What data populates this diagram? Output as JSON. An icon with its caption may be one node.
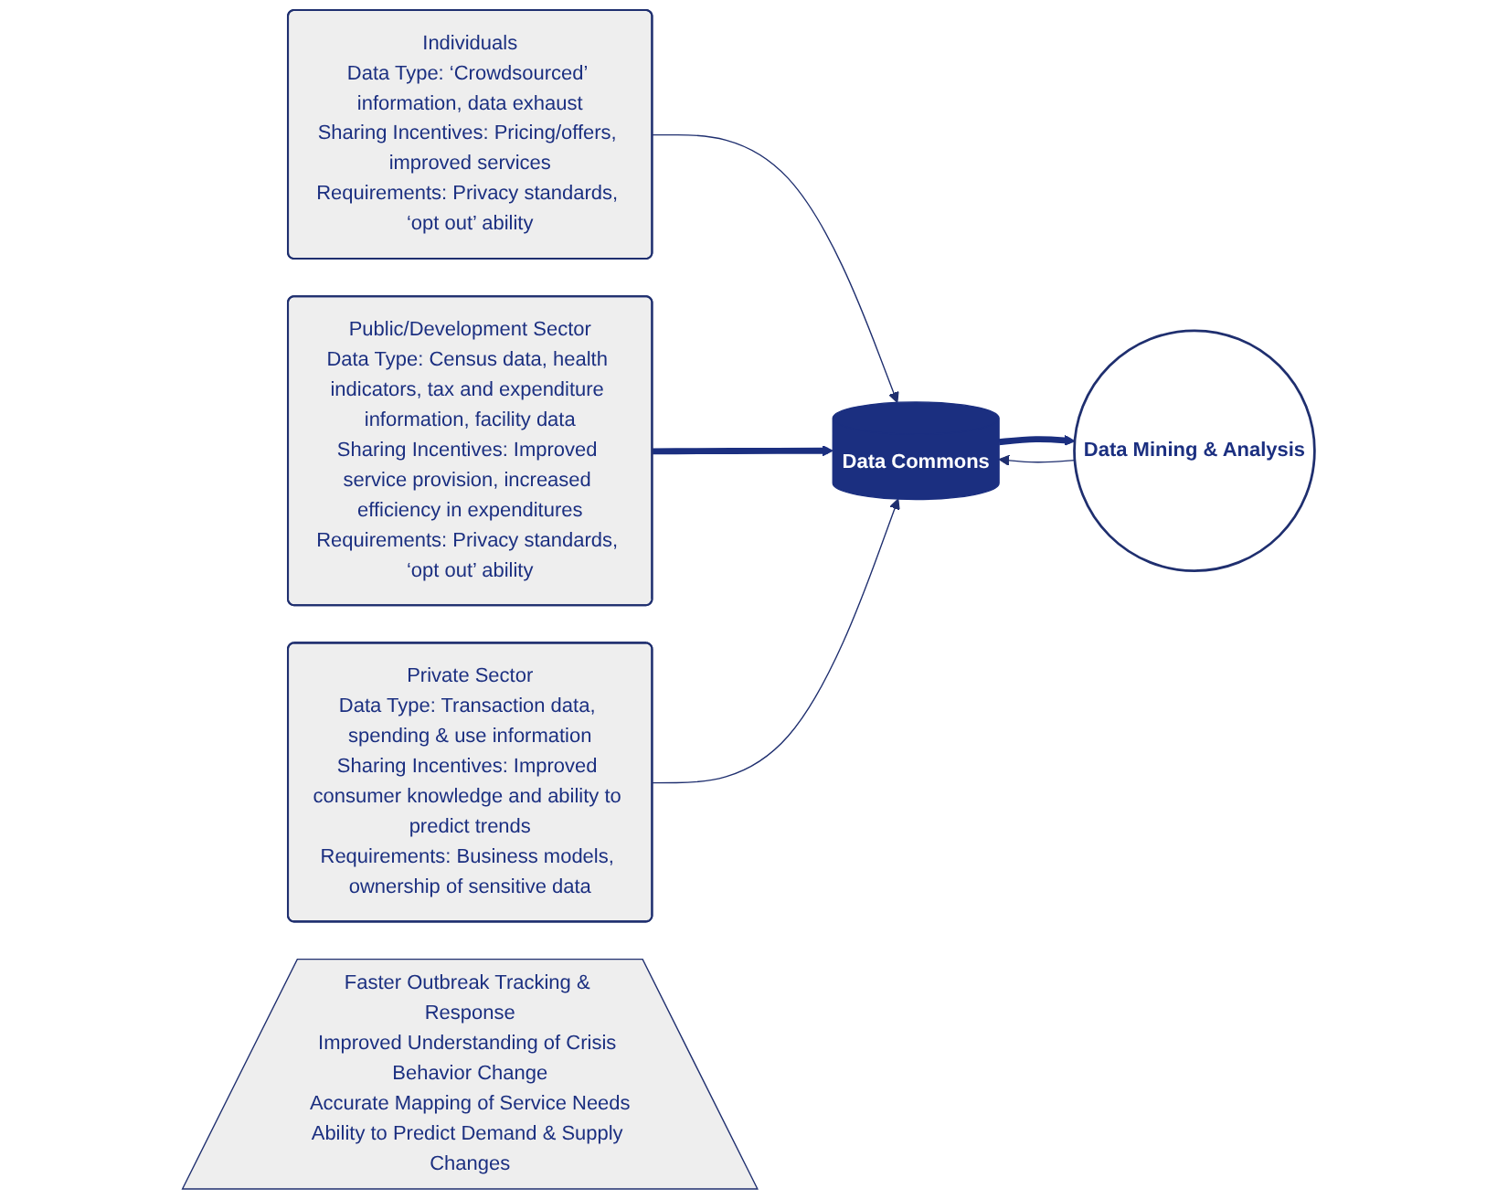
{
  "diagram": {
    "nodes": [
      {
        "text": [
          "Individuals",
          "Data Type: ‘Crowdsourced’ information, data exhaust",
          "Sharing Incentives: Pricing/offers, improved services",
          "Requirements: Privacy standards, ‘opt out’ ability"
        ]
      },
      {
        "text": [
          "Public/Development Sector",
          "Data Type: Census data, health indicators, tax and expenditure information, facility data",
          "Sharing Incentives: Improved service provision, increased efficiency in expenditures",
          "Requirements: Privacy standards, ‘opt out’ ability"
        ]
      },
      {
        "text": [
          "Private Sector",
          "Data Type: Transaction data, spending & use information",
          "Sharing Incentives: Improved consumer knowledge and ability to predict trends",
          "Requirements: Business models, ownership of sensitive data"
        ]
      },
      {
        "text": [
          "Data Commons"
        ]
      },
      {
        "text": [
          "Data Mining & Analysis"
        ]
      },
      {
        "text": [
          "Faster Outbreak Tracking & Response",
          "Improved Understanding of Crisis Behavior Change",
          "Accurate Mapping of Service Needs",
          "Ability to Predict Demand & Supply Changes"
        ]
      }
    ],
    "edges": [
      {
        "from": 0,
        "to": 3,
        "arrow": "to"
      },
      {
        "from": 1,
        "to": 3,
        "arrow": "to",
        "style": "thick",
        "color": "#1b2f80"
      },
      {
        "from": 2,
        "to": 3,
        "arrow": "to"
      },
      {
        "from": 3,
        "to": 4,
        "arrow": "to",
        "style": "thick",
        "color": "#1b2f80"
      },
      {
        "from": 4,
        "to": 3,
        "arrow": "to"
      }
    ]
  }
}
